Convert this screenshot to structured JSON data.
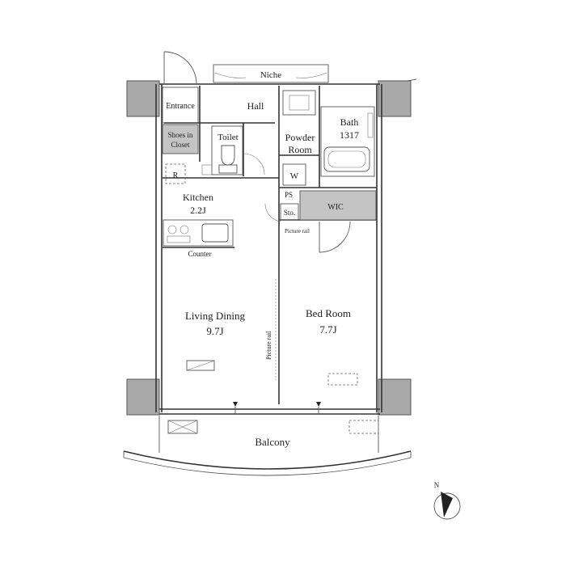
{
  "rooms": {
    "niche": "Niche",
    "entrance": "Entrance",
    "hall": "Hall",
    "shoes_in_closet": [
      "Shoes in",
      "Closet"
    ],
    "toilet": "Toilet",
    "powder_room": [
      "Powder",
      "Room"
    ],
    "bath": [
      "Bath",
      "1317"
    ],
    "washer": "W",
    "ps": "PS",
    "storage": "Sto.",
    "wic": "WIC",
    "refrigerator": "R",
    "kitchen": [
      "Kitchen",
      "2.2J"
    ],
    "counter": "Counter",
    "living_dining": [
      "Living Dining",
      "9.7J"
    ],
    "bed_room": [
      "Bed Room",
      "7.7J"
    ],
    "picture_rail_1": "Picture rail",
    "picture_rail_2": "Picture rail",
    "balcony": "Balcony",
    "north": "N"
  },
  "colors": {
    "column": "#a9a9a9",
    "closet_fill": "#c4c4c4",
    "wall": "#333333"
  }
}
